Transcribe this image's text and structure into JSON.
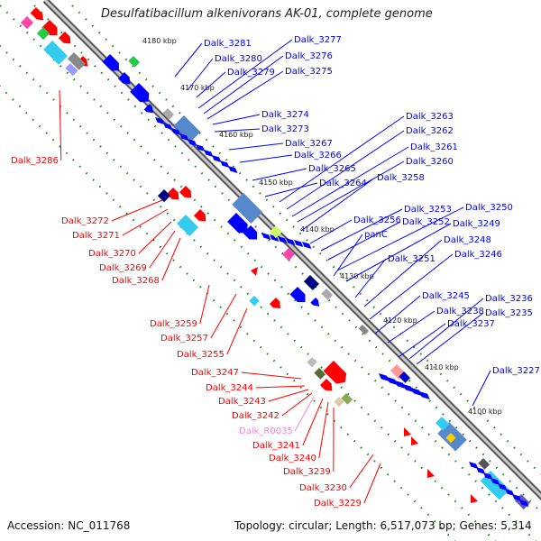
{
  "title": "Desulfatibacillum alkenivorans AK-01, complete genome",
  "accession": "Accession: NC_011768",
  "topology": "Topology: circular; Length: 6,517,073 bp; Genes: 5,314",
  "colors": {
    "forward": "#0000ff",
    "reverse": "#ff0000",
    "rna_label": "#ee88dd",
    "backbone": "#888888",
    "ticks": "#1a8a1a"
  },
  "kbp_ticks": [
    "4180 kbp",
    "4170 kbp",
    "4160 kbp",
    "4150 kbp",
    "4140 kbp",
    "4130 kbp",
    "4120 kbp",
    "4110 kbp",
    "4100 kbp"
  ],
  "forward_labels": [
    "Dalk_3281",
    "Dalk_3280",
    "Dalk_3279",
    "Dalk_3277",
    "Dalk_3276",
    "Dalk_3275",
    "Dalk_3274",
    "Dalk_3273",
    "Dalk_3267",
    "Dalk_3266",
    "Dalk_3265",
    "Dalk_3264",
    "Dalk_3263",
    "Dalk_3262",
    "Dalk_3261",
    "Dalk_3260",
    "Dalk_3258",
    "Dalk_3256",
    "Dalk_3253",
    "Dalk_3252",
    "Dalk_3250",
    "Dalk_3249",
    "panC",
    "Dalk_3251",
    "Dalk_3248",
    "Dalk_3246",
    "Dalk_3245",
    "Dalk_3238",
    "Dalk_3237",
    "Dalk_3236",
    "Dalk_3235",
    "Dalk_3227"
  ],
  "reverse_labels": [
    "Dalk_3286",
    "Dalk_3272",
    "Dalk_3271",
    "Dalk_3270",
    "Dalk_3269",
    "Dalk_3268",
    "Dalk_3259",
    "Dalk_3257",
    "Dalk_3255",
    "Dalk_3247",
    "Dalk_3244",
    "Dalk_3243",
    "Dalk_3242",
    "Dalk_R0035",
    "Dalk_3241",
    "Dalk_3240",
    "Dalk_3239",
    "Dalk_3230",
    "Dalk_3229"
  ]
}
